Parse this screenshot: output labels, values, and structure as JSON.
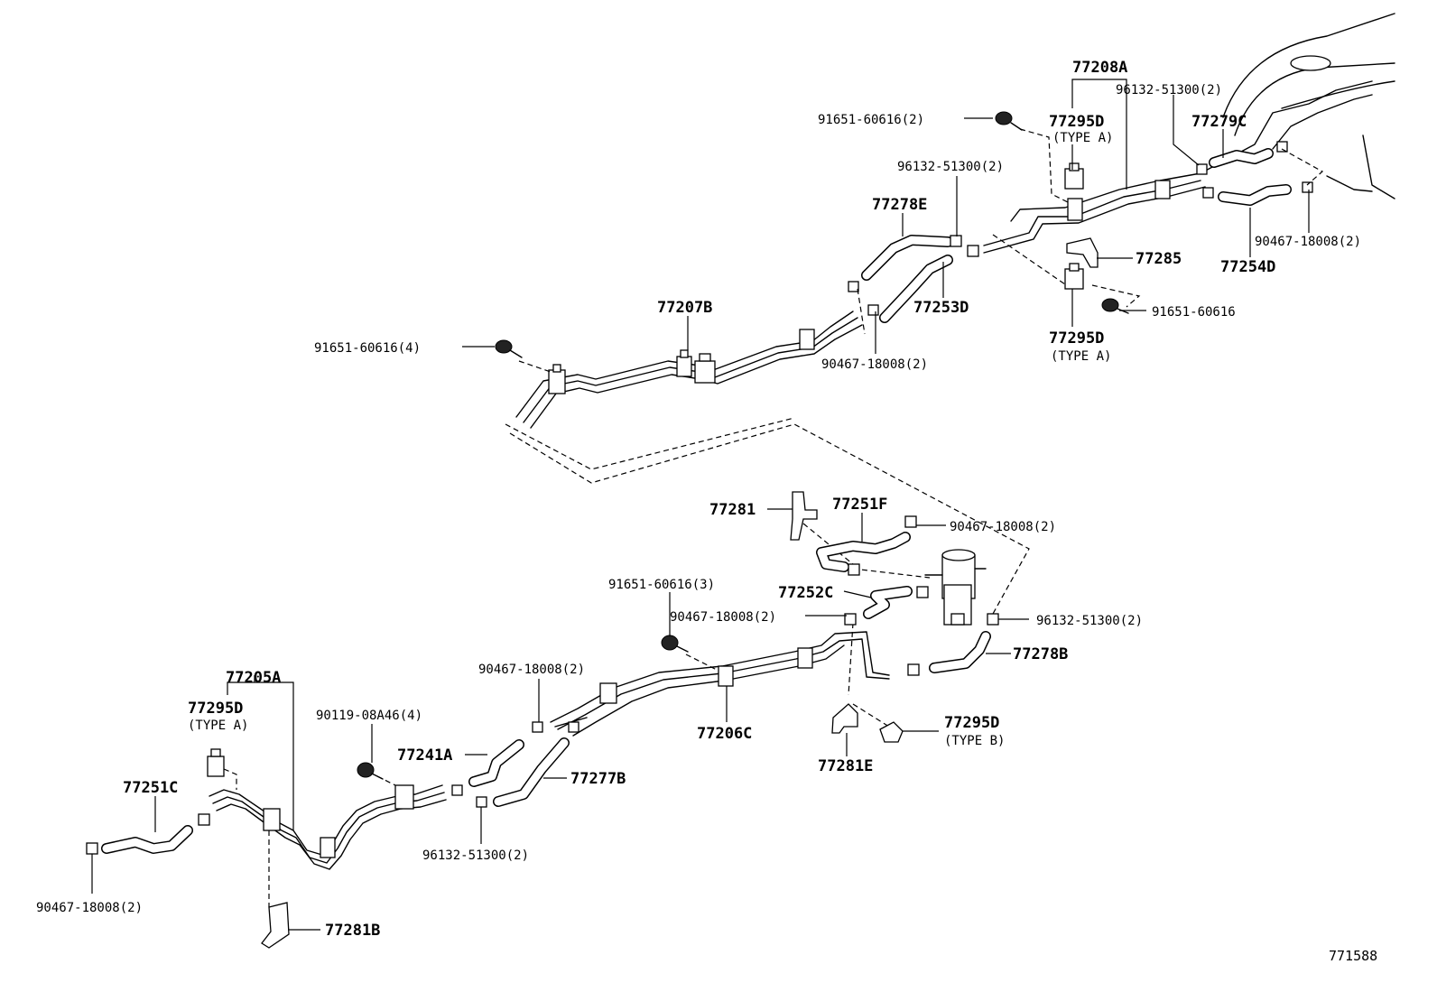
{
  "illustration_id": "771588",
  "labels": {
    "p77208A": "77208A",
    "p96132_tr": "96132-51300(2)",
    "p91651_t2": "91651-60616(2)",
    "p77295D_t": "77295D",
    "typeA_t": "(TYPE A)",
    "p77279C": "77279C",
    "p96132_m": "96132-51300(2)",
    "p77278E": "77278E",
    "p77285": "77285",
    "p90467_r": "90467-18008(2)",
    "p77254D": "77254D",
    "p77253D": "77253D",
    "p91651_r": "91651-60616",
    "p77207B": "77207B",
    "p91651_4": "91651-60616(4)",
    "p90467_m": "90467-18008(2)",
    "p77295D_m": "77295D",
    "typeA_m": "(TYPE A)",
    "p77281": "77281",
    "p77251F": "77251F",
    "p90467_f": "90467-18008(2)",
    "p91651_3": "91651-60616(3)",
    "p77252C": "77252C",
    "p90467_c": "90467-18008(2)",
    "p96132_f": "96132-51300(2)",
    "p77278B": "77278B",
    "p77205A": "77205A",
    "p90467_l": "90467-18008(2)",
    "p77295D_l": "77295D",
    "typeA_l": "(TYPE A)",
    "p90119": "90119-08A46(4)",
    "p77241A": "77241A",
    "p77206C": "77206C",
    "p77295D_b": "77295D",
    "typeB_b": "(TYPE B)",
    "p77277B": "77277B",
    "p77281E": "77281E",
    "p77251C": "77251C",
    "p96132_b": "96132-51300(2)",
    "p90467_bl": "90467-18008(2)",
    "p77281B": "77281B"
  }
}
